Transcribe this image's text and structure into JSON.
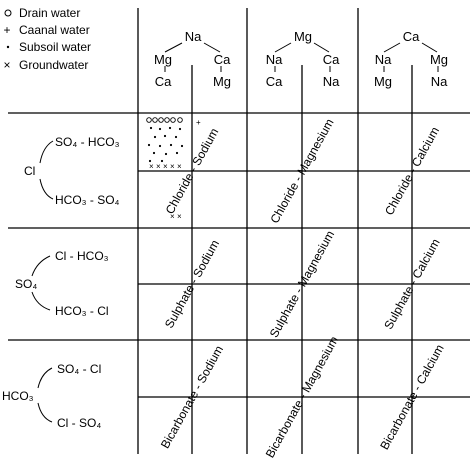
{
  "legend": [
    {
      "symbol": "o",
      "label": "Drain water"
    },
    {
      "symbol": "+",
      "label": "Caanal water"
    },
    {
      "symbol": "·",
      "label": "Subsoil water"
    },
    {
      "symbol": "×",
      "label": "Groundwater"
    }
  ],
  "columns": [
    {
      "top": "Na",
      "mid_left": "Mg",
      "mid_right": "Ca",
      "bot_left": "Ca",
      "bot_right": "Mg"
    },
    {
      "top": "Mg",
      "mid_left": "Na",
      "mid_right": "Ca",
      "bot_left": "Ca",
      "bot_right": "Na"
    },
    {
      "top": "Ca",
      "mid_left": "Na",
      "mid_right": "Mg",
      "bot_left": "Mg",
      "bot_right": "Na"
    }
  ],
  "rows": [
    {
      "center": "Cl",
      "upper": "SO₄ - HCO₃",
      "lower": "HCO₃ - SO₄"
    },
    {
      "center": "SO₄",
      "upper": "Cl - HCO₃",
      "lower": "HCO₃ - Cl"
    },
    {
      "center": "HCO₃",
      "upper": "SO₄ - Cl",
      "lower": "Cl - SO₄"
    }
  ],
  "cell_labels": [
    [
      "Chloride - Sodium",
      "Chloride - Magnesium",
      "Chloride - Calcium"
    ],
    [
      "Sulphate - Sodium",
      "Sulphate - Magnesium",
      "Sulphate - Calcium"
    ],
    [
      "Bicarbonate - Sodium",
      "Bicarbonate - Magnesium",
      "Bicarbonate - Calcium"
    ]
  ]
}
